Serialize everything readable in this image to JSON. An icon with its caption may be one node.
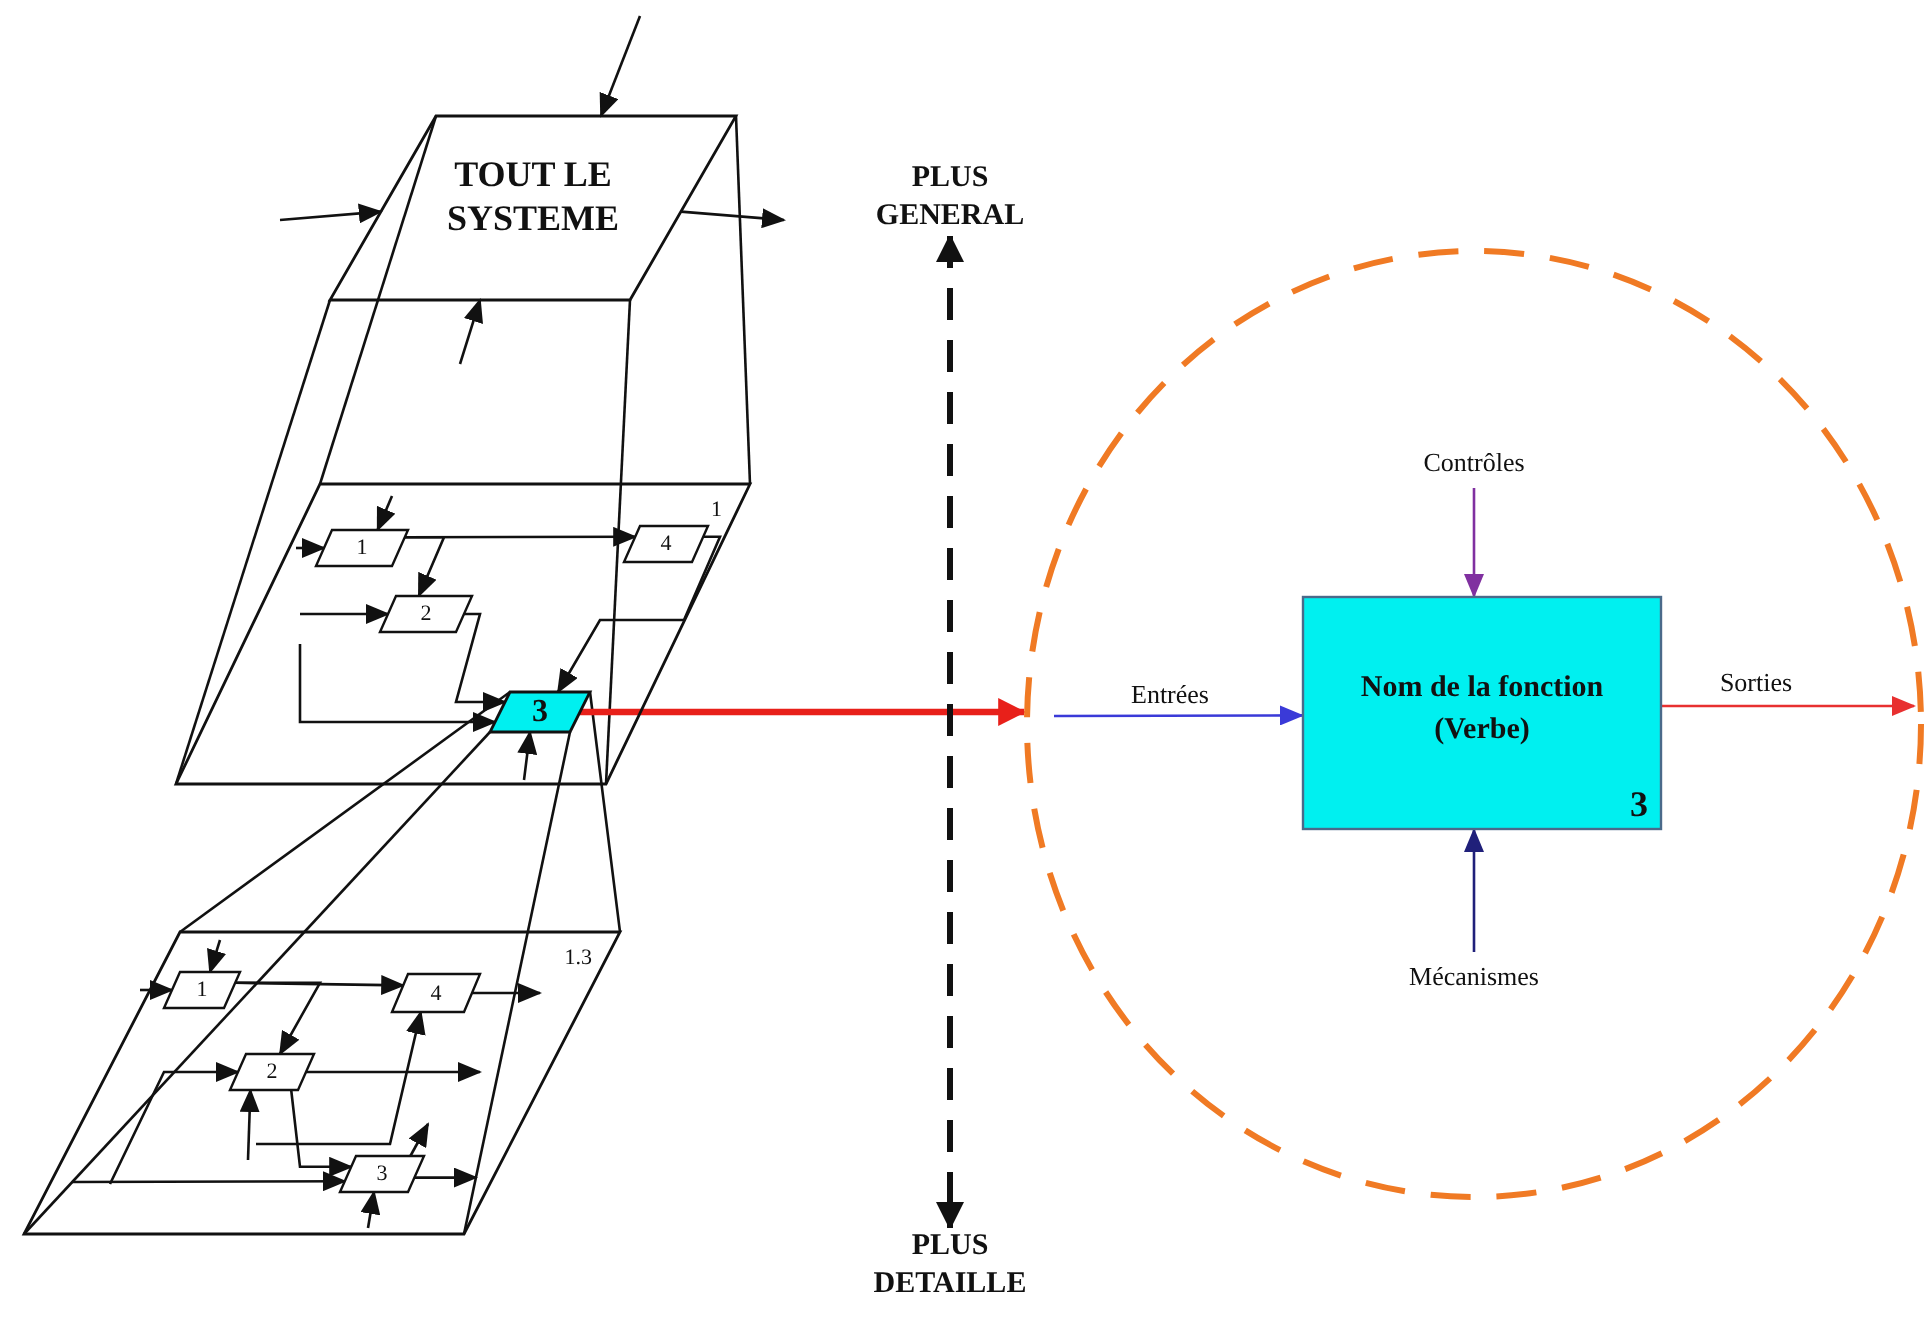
{
  "diagram": {
    "nodes": [
      {
        "text": [
          "TOUT LE SYSTEME"
        ]
      },
      {
        "text": [
          "1"
        ]
      },
      {
        "text": [
          "1"
        ],
        "in": 1
      },
      {
        "text": [
          "2"
        ],
        "in": 1
      },
      {
        "text": [
          "4"
        ],
        "in": 1
      },
      {
        "text": [
          "3"
        ],
        "in": 1
      },
      {
        "text": [
          "1.3"
        ]
      },
      {
        "text": [
          "1"
        ],
        "in": 6
      },
      {
        "text": [
          "4"
        ],
        "in": 6
      },
      {
        "text": [
          "2"
        ],
        "in": 6
      },
      {
        "text": [
          "3"
        ],
        "in": 6
      },
      {
        "text": [
          "PLUS GENERAL"
        ]
      },
      {
        "text": [
          "PLUS DETAILLE"
        ]
      },
      {
        "text": [],
        "shape": "circle"
      },
      {
        "text": [
          "Nom de la fonction (Verbe)",
          "3"
        ],
        "in": 13
      }
    ],
    "edges": [
      {
        "from": null,
        "to": 0,
        "arrow": "to"
      },
      {
        "from": null,
        "to": 0,
        "arrow": "to"
      },
      {
        "from": null,
        "to": 0,
        "arrow": "to"
      },
      {
        "from": 0,
        "to": null,
        "arrow": "to"
      },
      {
        "from": 0,
        "to": 1,
        "arrow": "none"
      },
      {
        "from": 0,
        "to": 1,
        "arrow": "none"
      },
      {
        "from": 0,
        "to": 1,
        "arrow": "none"
      },
      {
        "from": 0,
        "to": 1,
        "arrow": "none"
      },
      {
        "from": null,
        "to": 2,
        "arrow": "to"
      },
      {
        "from": null,
        "to": 2,
        "arrow": "to"
      },
      {
        "from": 2,
        "to": 4,
        "arrow": "to"
      },
      {
        "from": 2,
        "to": 3,
        "arrow": "to"
      },
      {
        "from": null,
        "to": 3,
        "arrow": "to"
      },
      {
        "from": 3,
        "to": 5,
        "arrow": "to"
      },
      {
        "from": null,
        "to": 5,
        "arrow": "to"
      },
      {
        "from": 4,
        "to": 5,
        "arrow": "to"
      },
      {
        "from": null,
        "to": 5,
        "arrow": "to"
      },
      {
        "from": 5,
        "to": 6,
        "arrow": "none"
      },
      {
        "from": 5,
        "to": 6,
        "arrow": "none"
      },
      {
        "from": 5,
        "to": 6,
        "arrow": "none"
      },
      {
        "from": 5,
        "to": 6,
        "arrow": "none"
      },
      {
        "from": null,
        "to": 7,
        "arrow": "to"
      },
      {
        "from": null,
        "to": 7,
        "arrow": "to"
      },
      {
        "from": 7,
        "to": 8,
        "arrow": "to"
      },
      {
        "from": 7,
        "to": 9,
        "arrow": "to"
      },
      {
        "from": 8,
        "to": null,
        "arrow": "to"
      },
      {
        "from": null,
        "to": 9,
        "arrow": "to"
      },
      {
        "from": 9,
        "to": null,
        "arrow": "to"
      },
      {
        "from": 9,
        "to": 10,
        "arrow": "to"
      },
      {
        "from": null,
        "to": 9,
        "arrow": "to"
      },
      {
        "from": null,
        "to": 8,
        "arrow": "to"
      },
      {
        "from": null,
        "to": 10,
        "arrow": "to"
      },
      {
        "from": 10,
        "to": null,
        "arrow": "to"
      },
      {
        "from": null,
        "to": 10,
        "arrow": "to"
      },
      {
        "from": 10,
        "to": null,
        "arrow": "to"
      },
      {
        "from": 5,
        "to": 13,
        "arrow": "to",
        "style": "thick",
        "color": "#e8201a"
      },
      {
        "from": 11,
        "to": 12,
        "arrow": "both",
        "style": "dashed"
      },
      {
        "from": null,
        "to": 14,
        "arrow": "to",
        "label": "Entrées",
        "color": "#3a3ad8"
      },
      {
        "from": 14,
        "to": null,
        "arrow": "to",
        "label": "Sorties",
        "color": "#e83030"
      },
      {
        "from": null,
        "to": 14,
        "arrow": "to",
        "label": "Contrôles",
        "color": "#8030a0"
      },
      {
        "from": null,
        "to": 14,
        "arrow": "to",
        "label": "Mécanismes",
        "color": "#20207a"
      }
    ]
  }
}
